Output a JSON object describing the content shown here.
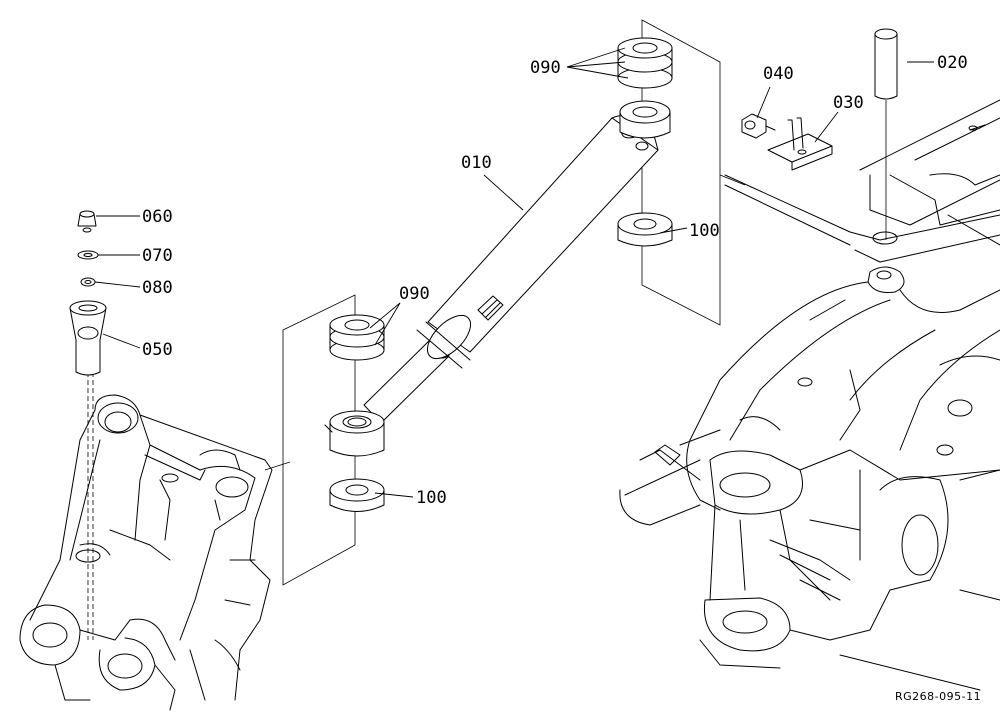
{
  "parts": [
    {
      "id": "p010",
      "label": "010"
    },
    {
      "id": "p020",
      "label": "020"
    },
    {
      "id": "p030",
      "label": "030"
    },
    {
      "id": "p040",
      "label": "040"
    },
    {
      "id": "p050",
      "label": "050"
    },
    {
      "id": "p060",
      "label": "060"
    },
    {
      "id": "p070",
      "label": "070"
    },
    {
      "id": "p080",
      "label": "080"
    },
    {
      "id": "p090a",
      "label": "090"
    },
    {
      "id": "p090b",
      "label": "090"
    },
    {
      "id": "p100a",
      "label": "100"
    },
    {
      "id": "p100b",
      "label": "100"
    }
  ],
  "reference_code": "RG268-095-11"
}
